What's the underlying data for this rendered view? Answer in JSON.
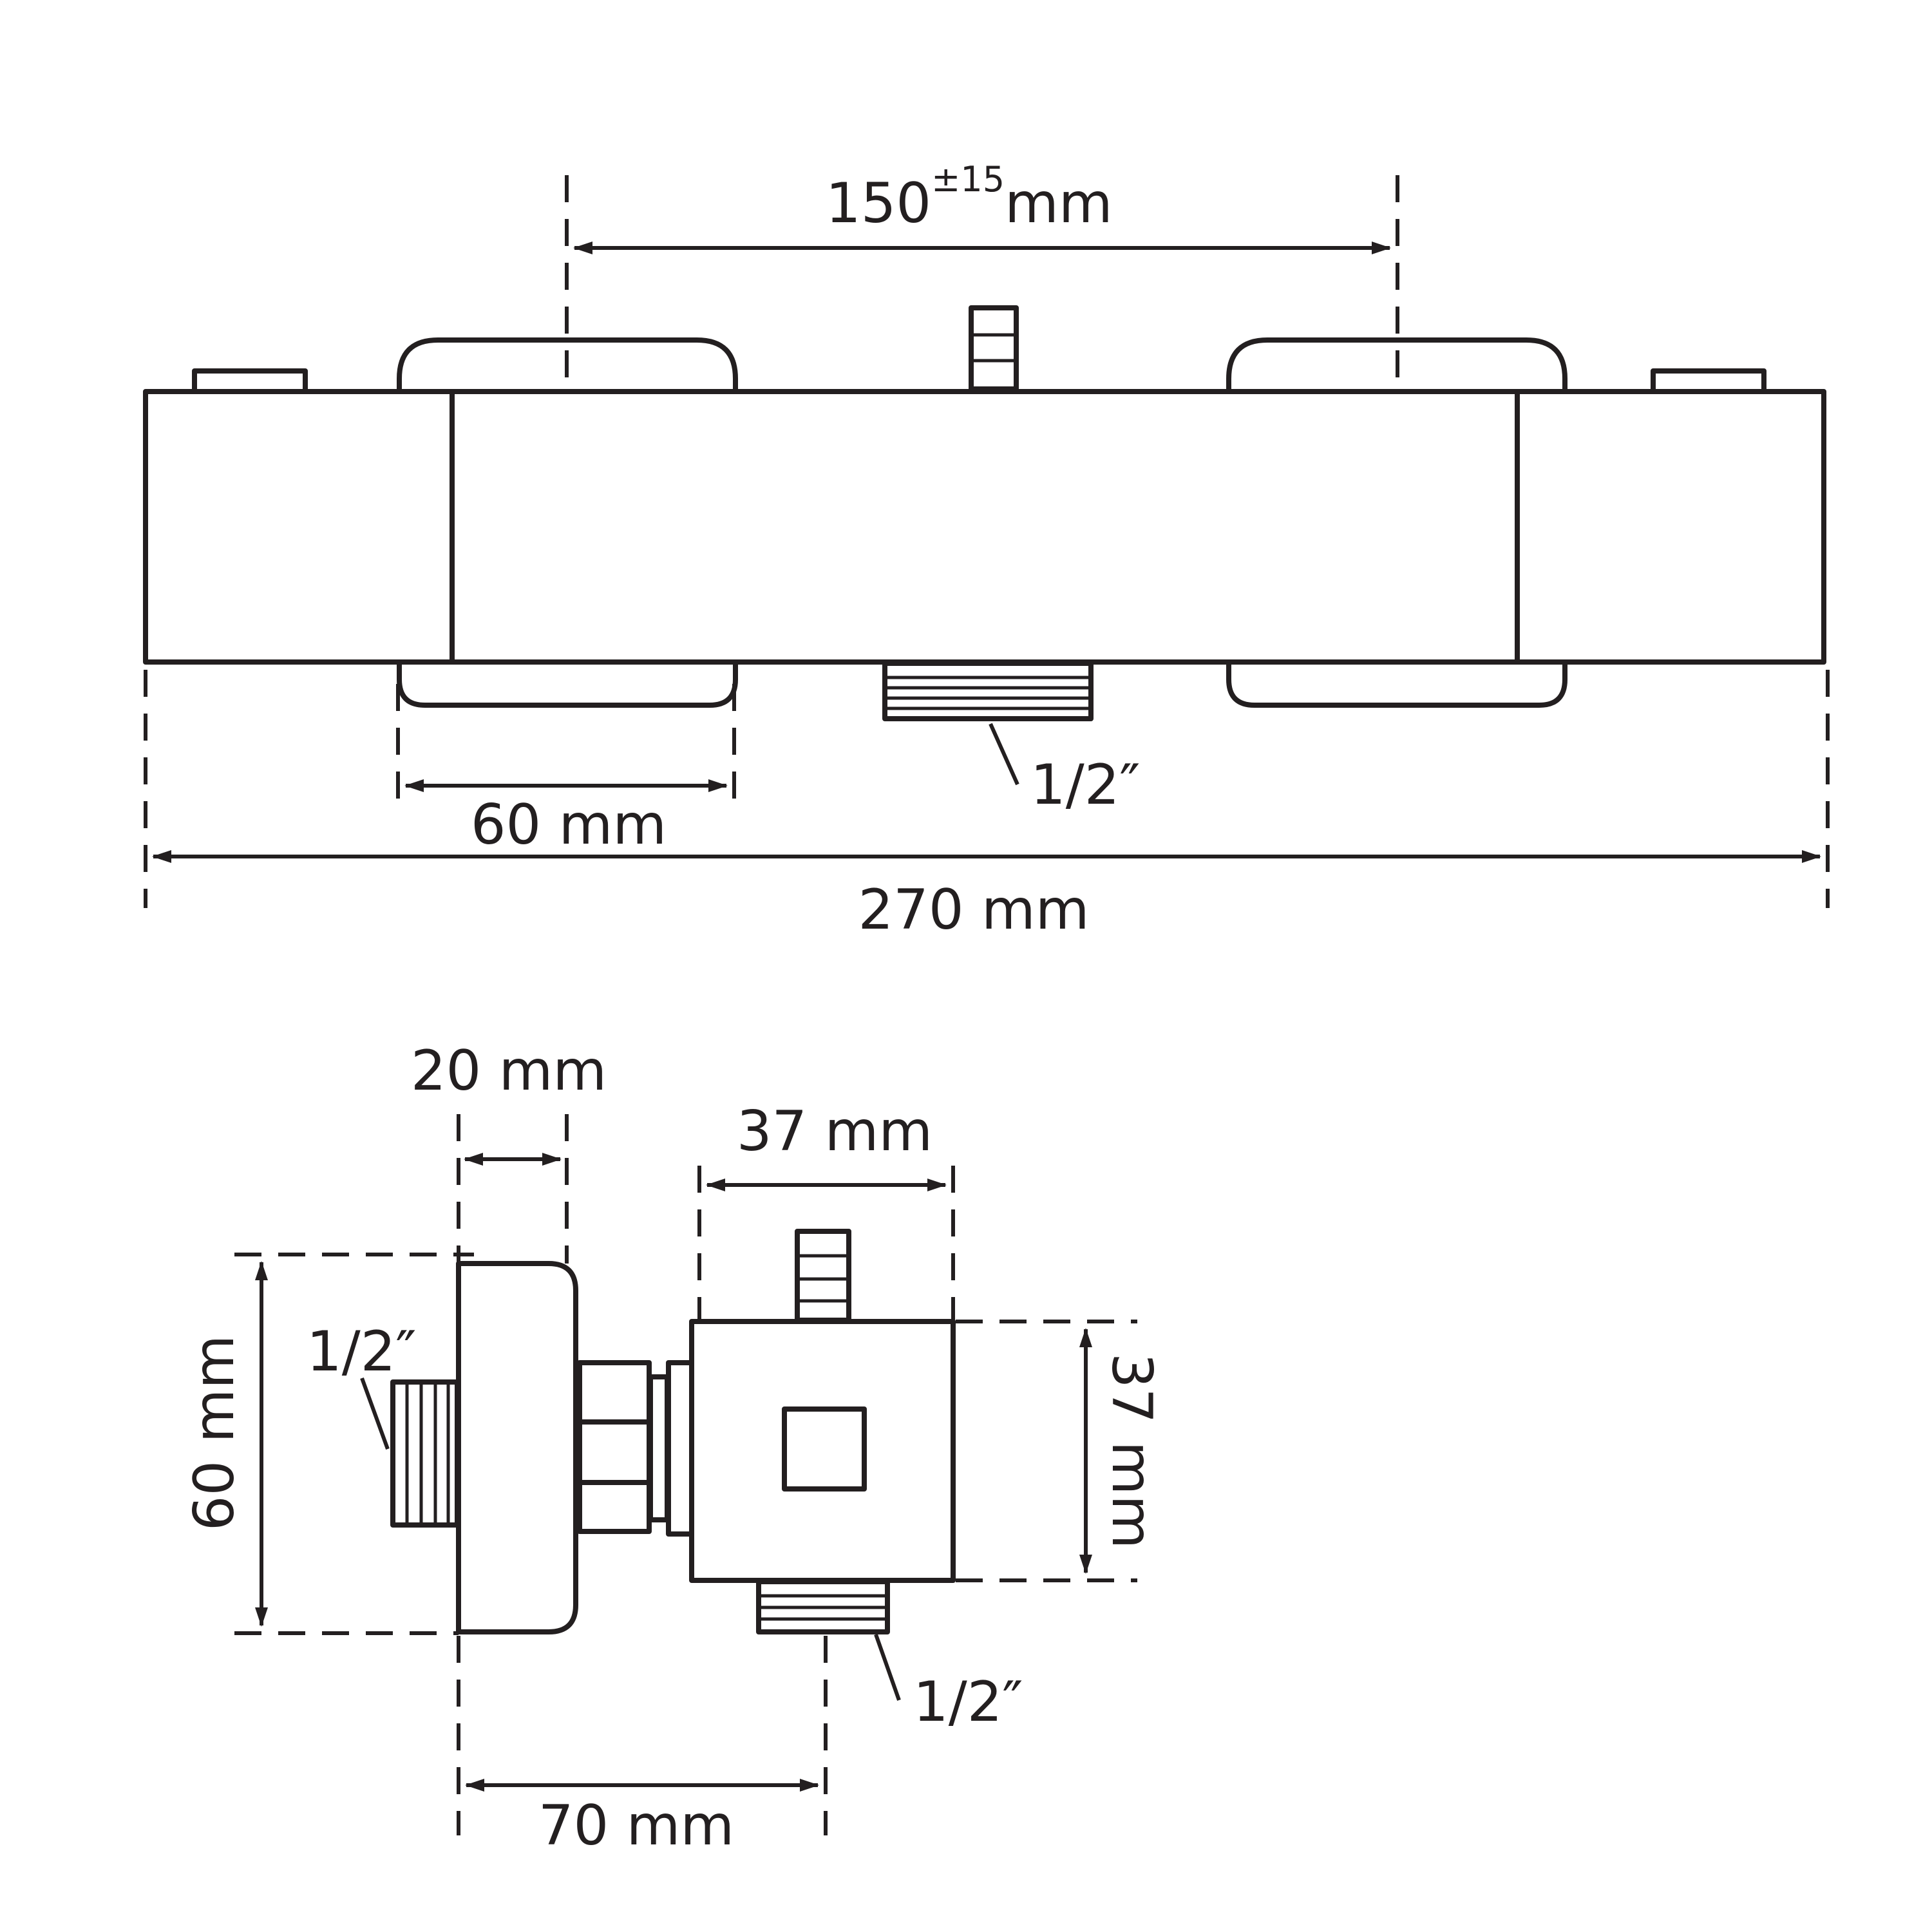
{
  "front_view": {
    "spacing": {
      "value": "150",
      "tolerance": "±15",
      "unit": "mm"
    },
    "handle_width": "60 mm",
    "total_length": "270 mm",
    "outlet_thread": "1/2″"
  },
  "side_view": {
    "wall_depth": "20 mm",
    "height": "60 mm",
    "inlet_thread": "1/2″",
    "body_width": "37 mm",
    "body_height": "37 mm",
    "outlet_thread": "1/2″",
    "projection": "70 mm"
  },
  "colors": {
    "line": "#231f20",
    "background": "#ffffff"
  }
}
